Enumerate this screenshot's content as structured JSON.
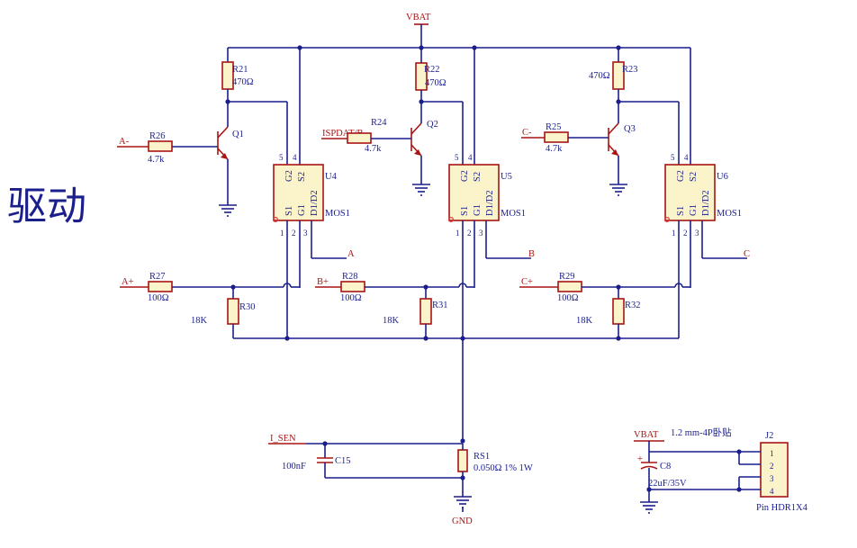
{
  "title": "驱动",
  "nets": {
    "vbat": "VBAT",
    "gnd": "GND",
    "a_minus": "A-",
    "a_plus": "A+",
    "b_plus": "B+",
    "c_minus": "C-",
    "c_plus": "C+",
    "ispdat": "ISPDAT/B",
    "out_a": "A",
    "out_b": "B",
    "out_c": "C",
    "i_sen": "I_SEN",
    "vbat_conn": "VBAT"
  },
  "components": {
    "r21": {
      "ref": "R21",
      "value": "470Ω"
    },
    "r22": {
      "ref": "R22",
      "value": "470Ω"
    },
    "r23": {
      "ref": "R23",
      "value": "470Ω"
    },
    "r24": {
      "ref": "R24",
      "value": "4.7k"
    },
    "r25": {
      "ref": "R25",
      "value": "4.7k"
    },
    "r26": {
      "ref": "R26",
      "value": "4.7k"
    },
    "r27": {
      "ref": "R27",
      "value": "100Ω"
    },
    "r28": {
      "ref": "R28",
      "value": "100Ω"
    },
    "r29": {
      "ref": "R29",
      "value": "100Ω"
    },
    "r30": {
      "ref": "R30",
      "value": "18K"
    },
    "r31": {
      "ref": "R31",
      "value": "18K"
    },
    "r32": {
      "ref": "R32",
      "value": "18K"
    },
    "q1": {
      "ref": "Q1"
    },
    "q2": {
      "ref": "Q2"
    },
    "q3": {
      "ref": "Q3"
    },
    "u4": {
      "ref": "U4",
      "type": "MOS1"
    },
    "u5": {
      "ref": "U5",
      "type": "MOS1"
    },
    "u6": {
      "ref": "U6",
      "type": "MOS1"
    },
    "c15": {
      "ref": "C15",
      "value": "100nF"
    },
    "c8": {
      "ref": "C8",
      "value": "22uF/35V"
    },
    "rs1": {
      "ref": "RS1",
      "value": "0.050Ω 1% 1W"
    },
    "j2": {
      "ref": "J2",
      "type": "Pin HDR1X4",
      "note": "1.2 mm-4P卧贴",
      "pins": [
        "1",
        "2",
        "3",
        "4"
      ]
    }
  },
  "mos_pins": {
    "g2": "G2",
    "s2": "S2",
    "s1": "S1",
    "g1": "G1",
    "d": "D1/D2",
    "top": [
      "5",
      "4"
    ],
    "bottom": [
      "1",
      "2",
      "3"
    ]
  },
  "colors": {
    "wire": "#1a1f8c",
    "part": "#a81414",
    "body_fill": "#fbf3c9"
  }
}
